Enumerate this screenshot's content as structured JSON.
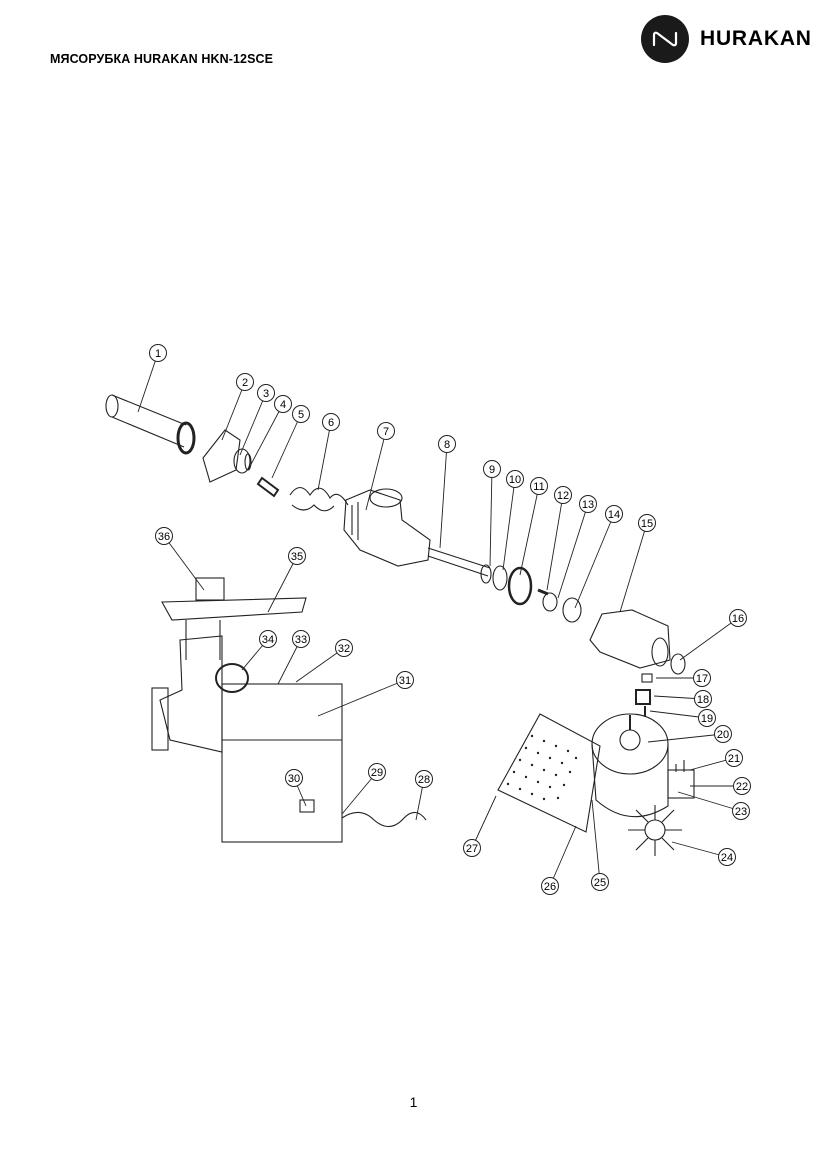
{
  "header": {
    "document_title": "МЯСОРУБКА HURAKAN HKN-12SCE",
    "brand_name": "HURAKAN",
    "logo_icon": "hurakan-logo-icon"
  },
  "diagram": {
    "type": "exploded-view",
    "part_numbers": [
      "1",
      "2",
      "3",
      "4",
      "5",
      "6",
      "7",
      "8",
      "9",
      "10",
      "11",
      "12",
      "13",
      "14",
      "15",
      "16",
      "17",
      "18",
      "19",
      "20",
      "21",
      "22",
      "23",
      "24",
      "25",
      "26",
      "27",
      "28",
      "29",
      "30",
      "31",
      "32",
      "33",
      "34",
      "35",
      "36"
    ]
  },
  "footer": {
    "page_number": "1"
  }
}
